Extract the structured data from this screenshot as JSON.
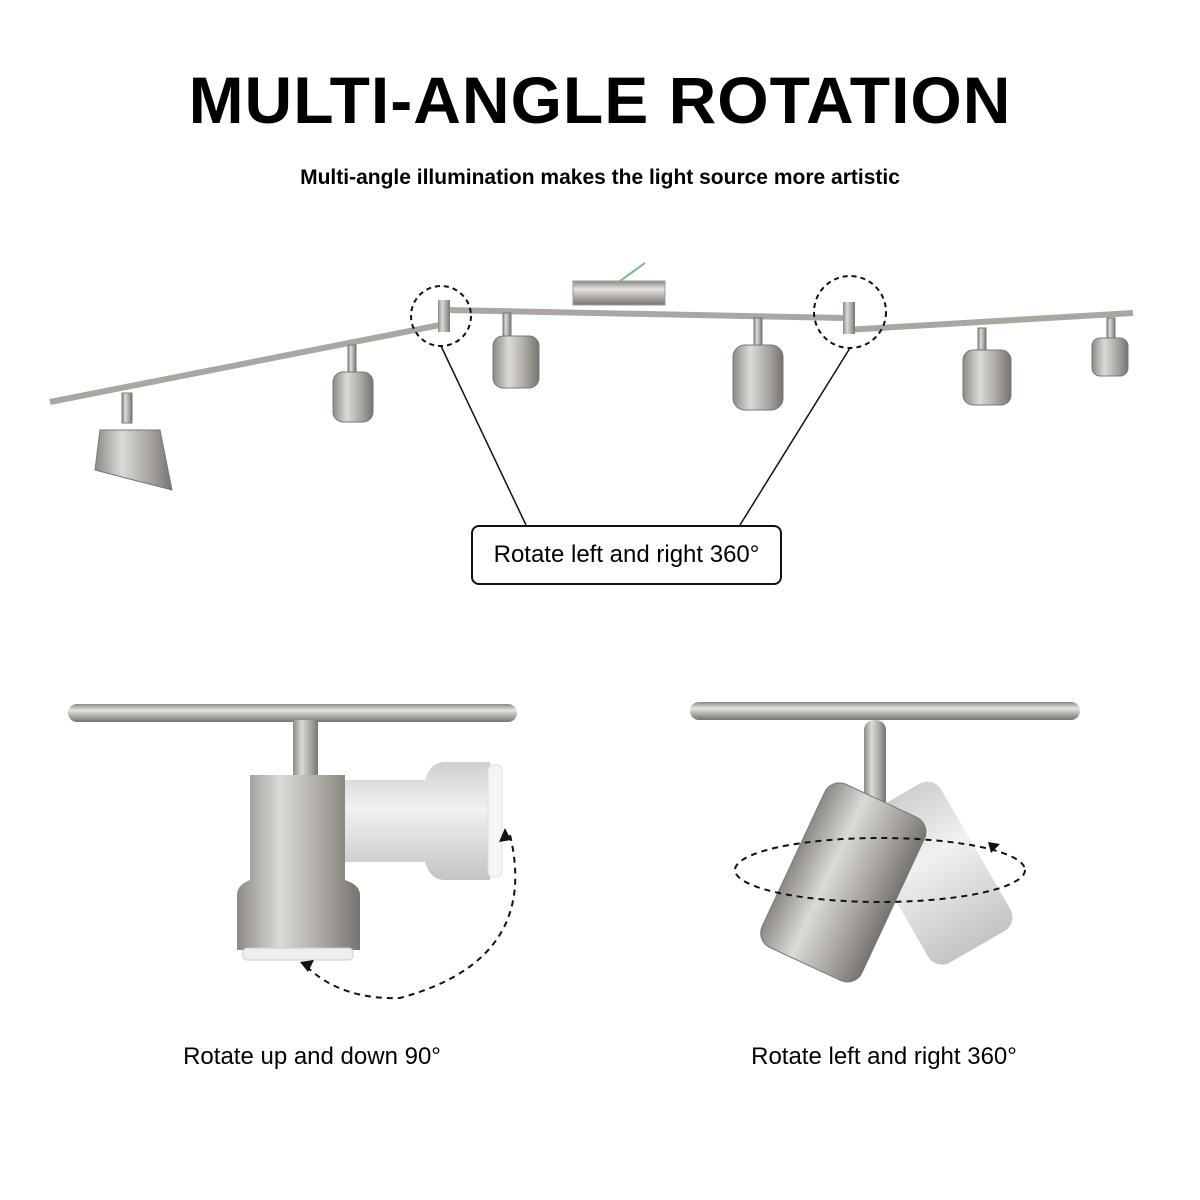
{
  "header": {
    "title": "MULTI-ANGLE ROTATION",
    "subtitle": "Multi-angle illumination makes the light source more artistic"
  },
  "track_light": {
    "callout_label": "Rotate left and right 360°"
  },
  "details": [
    {
      "caption": "Rotate up and down 90°"
    },
    {
      "caption": "Rotate left and right 360°"
    }
  ]
}
